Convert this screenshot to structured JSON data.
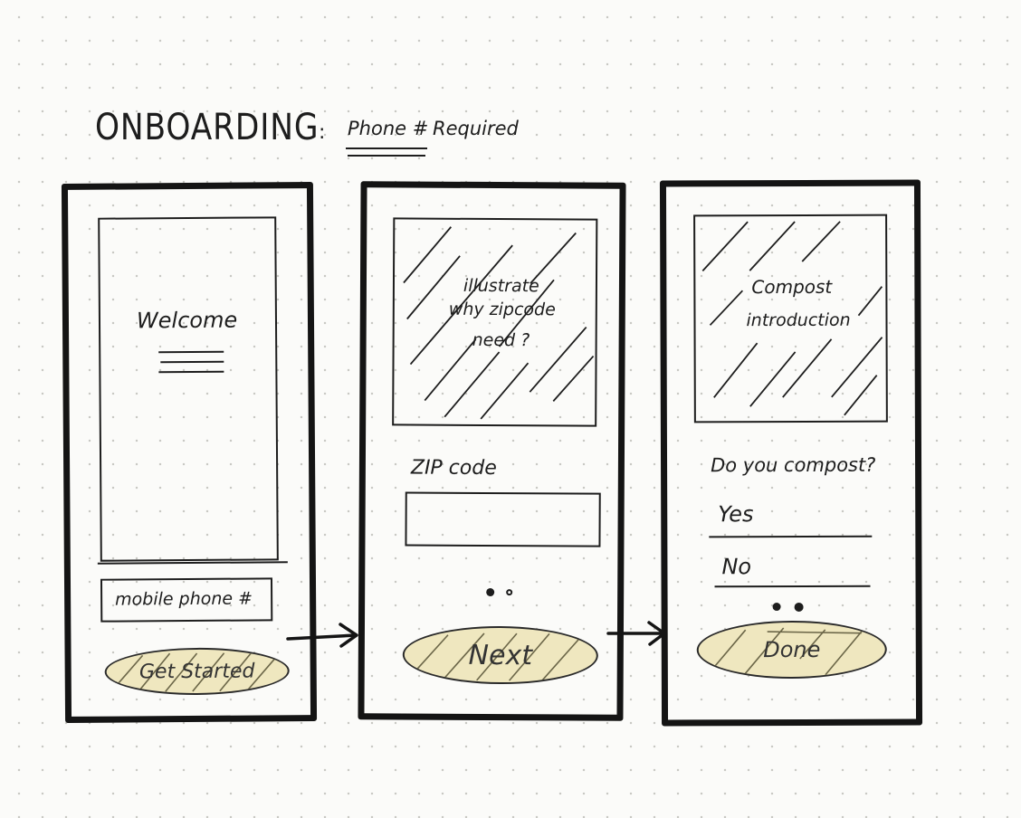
{
  "header": {
    "title": "ONBOARDING",
    "separator": ":",
    "subtitle_part1": "Phone #",
    "subtitle_part2": "Required"
  },
  "screens": [
    {
      "hero_text": "Welcome",
      "input_label": "mobile phone #",
      "button_label": "Get Started"
    },
    {
      "hero_line1": "illustrate",
      "hero_line2": "why zipcode",
      "hero_line3": "need ?",
      "field_label": "ZIP code",
      "button_label": "Next"
    },
    {
      "hero_line1": "Compost",
      "hero_line2": "introduction",
      "question": "Do you compost?",
      "option_yes": "Yes",
      "option_no": "No",
      "button_label": "Done"
    }
  ],
  "colors": {
    "ink": "#1d1d1d",
    "button_highlight": "#efe7bf",
    "paper": "#fbfbf9"
  },
  "icons": [
    "arrow-right-icon",
    "pagination-dots-icon"
  ]
}
